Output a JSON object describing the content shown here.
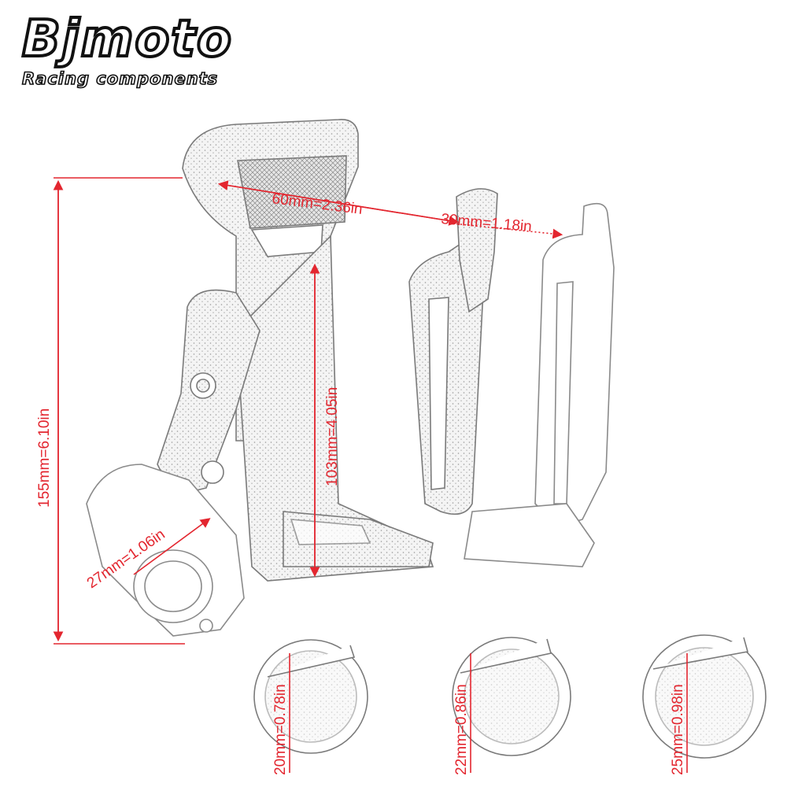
{
  "brand": {
    "name": "Bjmoto",
    "tagline": "Racing components"
  },
  "colors": {
    "dimension": "#e3262f",
    "outline": "#7a7a7a",
    "texture": "#b8b8b8"
  },
  "dimensions": {
    "width_top": "60mm=2.36in",
    "width_side": "30mm=1.18in",
    "height_total": "155mm=6.10in",
    "height_inner": "103mm=4.05in",
    "clamp_diameter": "27mm=1.06in"
  },
  "adapters": [
    {
      "label": "20mm=0.78in"
    },
    {
      "label": "22mm=0.86in"
    },
    {
      "label": "25mm=0.98in"
    }
  ]
}
